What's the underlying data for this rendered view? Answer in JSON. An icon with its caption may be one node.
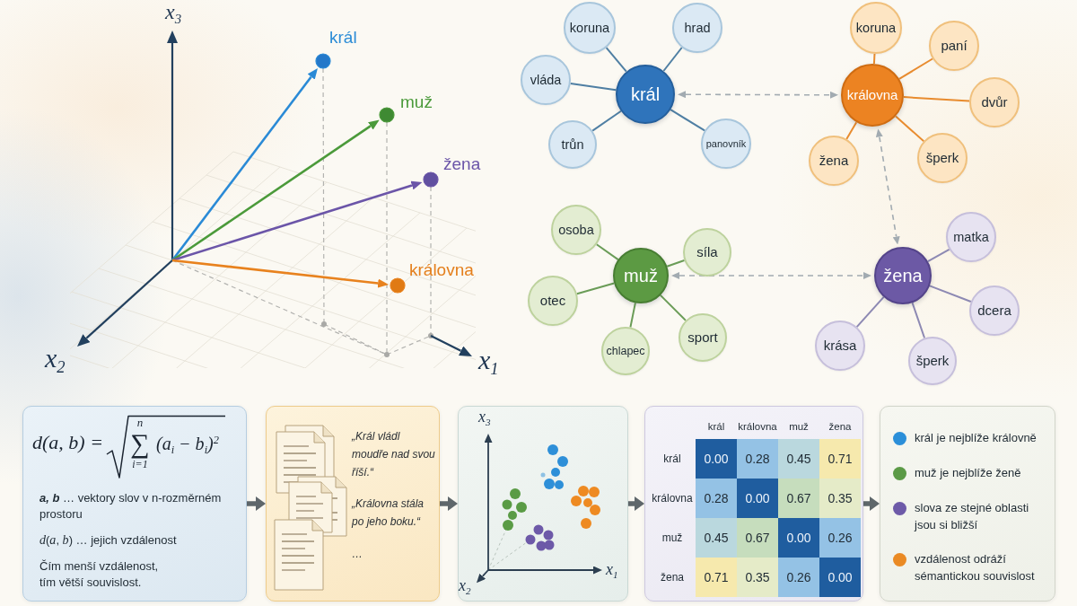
{
  "diagram": {
    "nodes": [
      {
        "text": [
          "král"
        ]
      },
      {
        "text": [
          "koruna"
        ]
      },
      {
        "text": [
          "hrad"
        ]
      },
      {
        "text": [
          "vláda"
        ]
      },
      {
        "text": [
          "trůn"
        ]
      },
      {
        "text": [
          "panovník"
        ]
      },
      {
        "text": [
          "královna"
        ]
      },
      {
        "text": [
          "koruna"
        ]
      },
      {
        "text": [
          "paní"
        ]
      },
      {
        "text": [
          "dvůr"
        ]
      },
      {
        "text": [
          "žena"
        ]
      },
      {
        "text": [
          "šperk"
        ]
      },
      {
        "text": [
          "muž"
        ]
      },
      {
        "text": [
          "osoba"
        ]
      },
      {
        "text": [
          "síla"
        ]
      },
      {
        "text": [
          "otec"
        ]
      },
      {
        "text": [
          "chlapec"
        ]
      },
      {
        "text": [
          "sport"
        ]
      },
      {
        "text": [
          "žena"
        ]
      },
      {
        "text": [
          "matka"
        ]
      },
      {
        "text": [
          "dcera"
        ]
      },
      {
        "text": [
          "krása"
        ]
      },
      {
        "text": [
          "šperk"
        ]
      },
      {
        "text": [
          "d(a, b) =",
          "n",
          "∑",
          "i=1",
          "(a$_{i}$ − b$_{i}$)$^{2}$",
          "**a, b** … vektory slov v n-rozměrném prostoru",
          "*d*(*a*, *b*) … jejich vzdálenost",
          "Čím menší vzdálenost, tím větší souvislost."
        ]
      },
      {
        "text": [
          "„Král vládl moudře nad svou říší.“",
          "„Královna stála po jeho boku.“",
          "…"
        ]
      },
      {
        "text": [
          "x$_{3}$",
          "x$_{1}$",
          "x$_{2}$"
        ]
      },
      {
        "text": [
          "král",
          "královna",
          "muž",
          "žena",
          "král",
          "0.00",
          "0.28",
          "0.45",
          "0.71",
          "královna",
          "0.28",
          "0.00",
          "0.67",
          "0.35",
          "muž",
          "0.45",
          "0.67",
          "0.00",
          "0.26",
          "žena",
          "0.71",
          "0.35",
          "0.26",
          "0.00"
        ]
      },
      {
        "text": [],
        "shape": "box"
      }
    ],
    "edges": [
      {
        "from": 0,
        "to": 1,
        "arrow": "none",
        "color": "#4f7fa3"
      },
      {
        "from": 0,
        "to": 2,
        "arrow": "none",
        "color": "#4f7fa3"
      },
      {
        "from": 0,
        "to": 3,
        "arrow": "none",
        "color": "#4f7fa3"
      },
      {
        "from": 0,
        "to": 4,
        "arrow": "none",
        "color": "#4f7fa3"
      },
      {
        "from": 0,
        "to": 5,
        "arrow": "none",
        "color": "#4f7fa3"
      },
      {
        "from": 6,
        "to": 7,
        "arrow": "none",
        "color": "#e88b2e"
      },
      {
        "from": 6,
        "to": 8,
        "arrow": "none",
        "color": "#e88b2e"
      },
      {
        "from": 6,
        "to": 9,
        "arrow": "none",
        "color": "#e88b2e"
      },
      {
        "from": 6,
        "to": 10,
        "arrow": "none",
        "color": "#e88b2e"
      },
      {
        "from": 6,
        "to": 11,
        "arrow": "none",
        "color": "#e88b2e"
      },
      {
        "from": 12,
        "to": 13,
        "arrow": "none",
        "color": "#6a9c57"
      },
      {
        "from": 12,
        "to": 14,
        "arrow": "none",
        "color": "#6a9c57"
      },
      {
        "from": 12,
        "to": 15,
        "arrow": "none",
        "color": "#6a9c57"
      },
      {
        "from": 12,
        "to": 16,
        "arrow": "none",
        "color": "#6a9c57"
      },
      {
        "from": 12,
        "to": 17,
        "arrow": "none",
        "color": "#6a9c57"
      },
      {
        "from": 18,
        "to": 19,
        "arrow": "none",
        "color": "#8d89b3"
      },
      {
        "from": 18,
        "to": 20,
        "arrow": "none",
        "color": "#8d89b3"
      },
      {
        "from": 18,
        "to": 21,
        "arrow": "none",
        "color": "#8d89b3"
      },
      {
        "from": 18,
        "to": 22,
        "arrow": "none",
        "color": "#8d89b3"
      },
      {
        "from": 0,
        "to": 6,
        "arrow": "both",
        "style": "dashed"
      },
      {
        "from": 6,
        "to": 18,
        "arrow": "both",
        "style": "dashed"
      },
      {
        "from": 12,
        "to": 18,
        "arrow": "both",
        "style": "dashed"
      },
      {
        "from": 23,
        "to": 24,
        "arrow": "to",
        "style": "thick",
        "color": "#5f676b"
      },
      {
        "from": 24,
        "to": 25,
        "arrow": "to",
        "style": "thick",
        "color": "#5f676b"
      },
      {
        "from": 25,
        "to": 26,
        "arrow": "to",
        "style": "thick",
        "color": "#5f676b"
      },
      {
        "from": 26,
        "to": 27,
        "arrow": "to",
        "style": "thick",
        "color": "#5f676b"
      }
    ],
    "labels": [
      "x$_{3}$",
      "král",
      "muž",
      "žena",
      "královna",
      "x$_{2}$",
      "x$_{1}$"
    ],
    "legend": [
      {
        "text": "král je nejblíže královně",
        "color": "#2b8fd9"
      },
      {
        "text": "muž je nejblíže ženě",
        "color": "#5b9a46"
      },
      {
        "text": "slova ze stejné oblasti jsou si bližší",
        "color": "#6d5aa8"
      },
      {
        "text": "vzdálenost odráží sémantickou souvislost",
        "color": "#ea8a24"
      }
    ]
  }
}
